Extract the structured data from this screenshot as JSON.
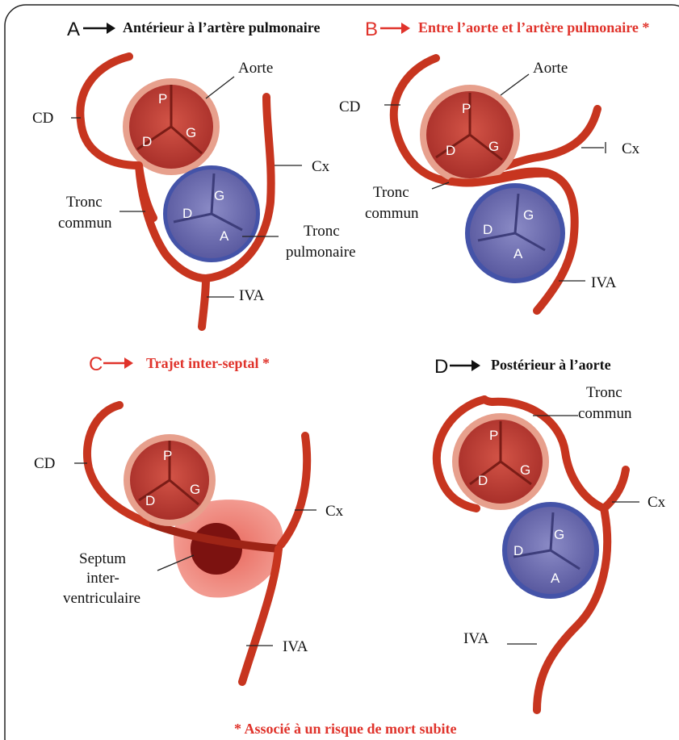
{
  "colors": {
    "black": "#111111",
    "red_title": "#e0332b",
    "artery": "#c7351f",
    "artery_dark": "#8e2114",
    "aorta": "#c9463a",
    "aorta_ring": "#e7a08d",
    "pulmonary": "#6f6fb1",
    "pulmonary_ring": "#4453a8",
    "septum": "#ee8378",
    "septum_core": "#7c1210"
  },
  "panels": {
    "a": {
      "letter": "A",
      "title": "Antérieur à l’artère pulmonaire",
      "labels": {
        "cd": "CD",
        "aorte": "Aorte",
        "cx": "Cx",
        "tronc": "Tronc",
        "commun": "commun",
        "tronc_pulm": "Tronc",
        "pulmonaire": "pulmonaire",
        "iva": "IVA"
      },
      "cusps_aorta": {
        "p": "P",
        "d": "D",
        "g": "G"
      },
      "cusps_pulm": {
        "g": "G",
        "d": "D",
        "a": "A"
      }
    },
    "b": {
      "letter": "B",
      "title": "Entre l’aorte et l’artère pulmonaire *",
      "labels": {
        "cd": "CD",
        "aorte": "Aorte",
        "cx": "Cx",
        "tronc": "Tronc",
        "commun": "commun",
        "iva": "IVA"
      },
      "cusps_aorta": {
        "p": "P",
        "d": "D",
        "g": "G"
      },
      "cusps_pulm": {
        "g": "G",
        "d": "D",
        "a": "A"
      }
    },
    "c": {
      "letter": "C",
      "title": "Trajet inter-septal *",
      "labels": {
        "cd": "CD",
        "cx": "Cx",
        "septum1": "Septum",
        "septum2": "inter-",
        "septum3": "ventriculaire",
        "iva": "IVA"
      },
      "cusps_aorta": {
        "p": "P",
        "d": "D",
        "g": "G"
      }
    },
    "d": {
      "letter": "D",
      "title": "Postérieur à l’aorte",
      "labels": {
        "tronc": "Tronc",
        "commun": "commun",
        "cx": "Cx",
        "iva": "IVA"
      },
      "cusps_aorta": {
        "p": "P",
        "d": "D",
        "g": "G"
      },
      "cusps_pulm": {
        "g": "G",
        "d": "D",
        "a": "A"
      }
    }
  },
  "footnote": "* Associé à un risque de mort subite"
}
